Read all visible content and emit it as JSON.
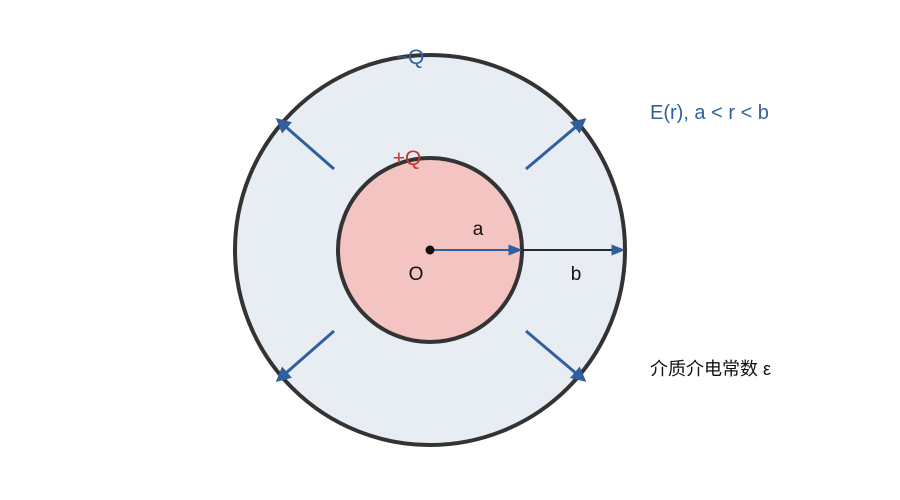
{
  "labels": {
    "outer_charge": "−Q",
    "inner_charge": "+Q",
    "inner_radius": "a",
    "outer_radius": "b",
    "center": "O",
    "field_expression": "E(r), a < r < b",
    "dielectric": "介质介电常数 ε"
  },
  "colors": {
    "shell_fill": "#e8edf3",
    "shell_stroke": "#333333",
    "core_fill": "#f4c4c2",
    "field_arrow": "#2f5f9e",
    "positive_charge": "#c0392b",
    "negative_charge": "#2f5f9e",
    "radius_line": "#2f5f9e",
    "text": "#111111"
  }
}
